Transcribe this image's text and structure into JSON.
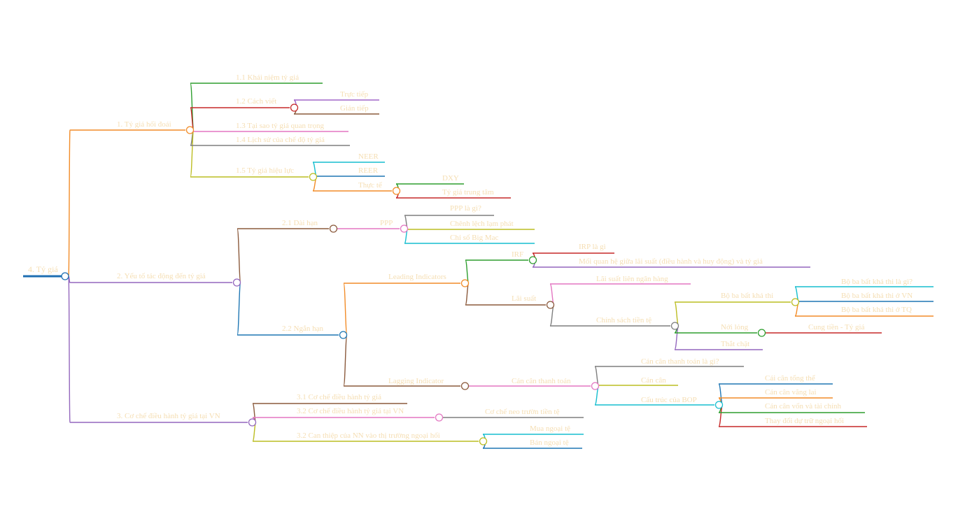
{
  "mindmap": {
    "root": "4. Tỷ giá",
    "branches": [
      {
        "label": "1. Tỷ giá hối đoái",
        "color": "#f28c28",
        "children": [
          {
            "label": "1.1 Khái niệm tỷ giá",
            "color": "#2e9e2e"
          },
          {
            "label": "1.2 Cách viết",
            "color": "#c62828",
            "children": [
              {
                "label": "Trực tiếp",
                "color": "#a066c8"
              },
              {
                "label": "Gián tiếp",
                "color": "#8b5a3c"
              }
            ]
          },
          {
            "label": "1.3 Tại sao tỷ giá quan trọng",
            "color": "#e377c2"
          },
          {
            "label": "1.4 Lịch sử của chế độ tỷ giá",
            "color": "#7f7f7f"
          },
          {
            "label": "1.5 Tỷ giá hiệu lực",
            "color": "#bcbd22",
            "children": [
              {
                "label": "NEER",
                "color": "#17becf"
              },
              {
                "label": "REER",
                "color": "#1f77b4"
              },
              {
                "label": "Thực tế",
                "color": "#f28c28",
                "children": [
                  {
                    "label": "DXY",
                    "color": "#2e9e2e"
                  },
                  {
                    "label": "Tỷ giá trung tâm",
                    "color": "#c62828"
                  }
                ]
              }
            ]
          }
        ]
      },
      {
        "label": "2. Yếu tố tác động đến tỷ giá",
        "color": "#9467bd",
        "children": [
          {
            "label": "2.1 Dài hạn",
            "color": "#8b5a3c",
            "children": [
              {
                "label": "PPP",
                "color": "#e377c2",
                "children": [
                  {
                    "label": "PPP là gì?",
                    "color": "#7f7f7f"
                  },
                  {
                    "label": "Chênh lệch lạm phát",
                    "color": "#bcbd22"
                  },
                  {
                    "label": "Chỉ số Big Mac",
                    "color": "#17becf"
                  }
                ]
              }
            ]
          },
          {
            "label": "2.2 Ngắn hạn",
            "color": "#1f77b4",
            "children": [
              {
                "label": "Leading Indicators",
                "color": "#f28c28",
                "children": [
                  {
                    "label": "IRF",
                    "color": "#2e9e2e",
                    "children": [
                      {
                        "label": "IRP là gì",
                        "color": "#c62828"
                      },
                      {
                        "label": "Mối quan hệ giữa lãi suất (điều hành và huy động) và tỷ giá",
                        "color": "#9467bd"
                      }
                    ]
                  },
                  {
                    "label": "Lãi suất",
                    "color": "#8b5a3c",
                    "children": [
                      {
                        "label": "Lãi suất liên ngân hàng",
                        "color": "#e377c2"
                      },
                      {
                        "label": "Chính sách tiền tệ",
                        "color": "#7f7f7f",
                        "children": [
                          {
                            "label": "Bộ ba bất khả thi",
                            "color": "#bcbd22",
                            "children": [
                              {
                                "label": "Bộ ba bất khả thi là gì?",
                                "color": "#17becf"
                              },
                              {
                                "label": "Bộ ba bất khả thi ở VN",
                                "color": "#1f77b4"
                              },
                              {
                                "label": "Bộ ba bất khả thi ở TQ",
                                "color": "#f28c28"
                              }
                            ]
                          },
                          {
                            "label": "Nới lỏng",
                            "color": "#2e9e2e",
                            "children": [
                              {
                                "label": "Cung tiền - Tỷ giá",
                                "color": "#c62828"
                              }
                            ]
                          },
                          {
                            "label": "Thắt chặt",
                            "color": "#9467bd"
                          }
                        ]
                      }
                    ]
                  }
                ]
              },
              {
                "label": "Lagging Indicator",
                "color": "#8b5a3c",
                "children": [
                  {
                    "label": "Cán cân thanh toán",
                    "color": "#e377c2",
                    "children": [
                      {
                        "label": "Cán cân thanh toán là gì?",
                        "color": "#7f7f7f"
                      },
                      {
                        "label": "Cán cân",
                        "color": "#bcbd22"
                      },
                      {
                        "label": "Cấu trúc của BOP",
                        "color": "#17becf",
                        "children": [
                          {
                            "label": "Cái cân tổng thể",
                            "color": "#1f77b4"
                          },
                          {
                            "label": "Cán cân vãng lai",
                            "color": "#f28c28"
                          },
                          {
                            "label": "Cán cân vốn và tài chính",
                            "color": "#2e9e2e"
                          },
                          {
                            "label": "Thay đổi dự trữ ngoại hối",
                            "color": "#c62828"
                          }
                        ]
                      }
                    ]
                  }
                ]
              }
            ]
          }
        ]
      },
      {
        "label": "3. Cơ chế điều hành tỷ giá tại VN",
        "color": "#9467bd",
        "children": [
          {
            "label": "3.1 Cơ chế điều hành tỷ giá",
            "color": "#8b5a3c"
          },
          {
            "label": "3.2 Cơ chế điều hành tỷ giá tại VN",
            "color": "#e377c2",
            "children": [
              {
                "label": "Cơ chế neo trườn tiền tệ",
                "color": "#7f7f7f"
              }
            ]
          },
          {
            "label": "3.2 Can thiệp của NN vào thị trường ngoại hối",
            "color": "#bcbd22",
            "children": [
              {
                "label": "Mua ngoại tệ",
                "color": "#17becf"
              },
              {
                "label": "Bán ngoại tệ",
                "color": "#1f77b4"
              }
            ]
          }
        ]
      }
    ]
  }
}
